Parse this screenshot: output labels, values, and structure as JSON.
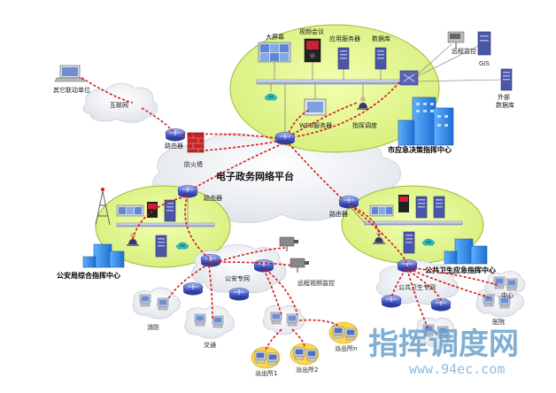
{
  "nodes": {
    "dashuping": "大屏幕",
    "video_conf": "视频会议",
    "app_server": "应用服务器",
    "database": "数据库",
    "remote_monitor": "远程监控",
    "gis": "GIS",
    "external_db": "外部\n数据库",
    "web_server": "WEB服务器",
    "command_dispatch": "指挥调度",
    "other_linkage": "其它联动单位",
    "internet": "互联网",
    "router": "路由器",
    "firewall": "防火墙",
    "egov_platform": "电子政务网络平台",
    "city_center": "市应急决策指挥中心",
    "police_center": "公安局综合指挥中心",
    "health_center": "公共卫生应急指挥中心",
    "police_net": "公安专网",
    "health_net": "公共卫生专网",
    "remote_video": "远程视频监控",
    "fire": "消防",
    "traffic": "交通",
    "station1": "派出所1",
    "station2": "派出所2",
    "station_n": "派出所n",
    "hospital": "医院",
    "center": "中心"
  },
  "watermark": {
    "title": "指挥调度网",
    "url": "www.94ec.com"
  }
}
